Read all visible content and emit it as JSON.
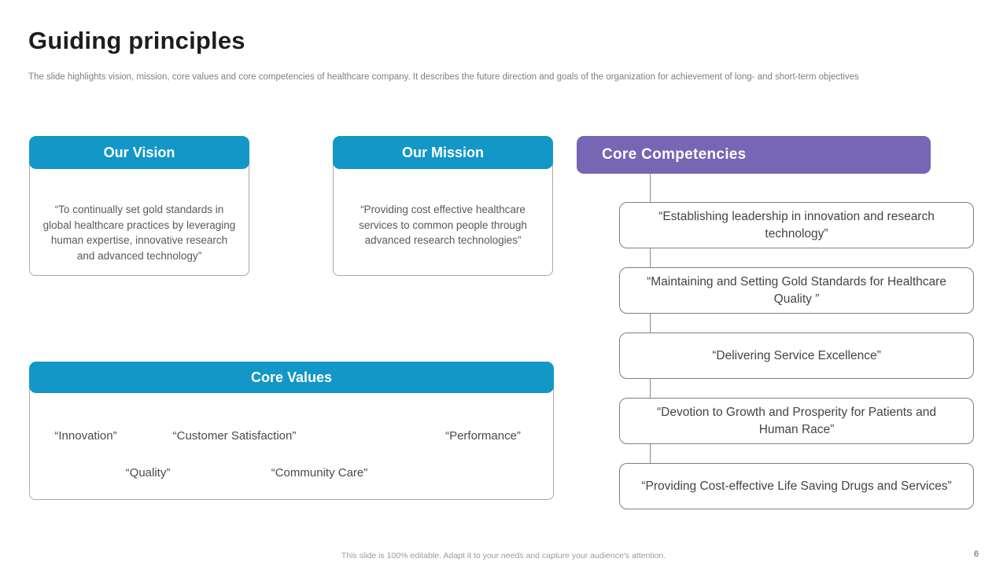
{
  "slide": {
    "title": "Guiding principles",
    "subtitle": "The slide highlights vision, mission, core values and core competencies of healthcare company. It describes the future direction and goals of the organization for achievement of long- and short-term objectives",
    "footer": "This slide is 100% editable. Adapt it to your needs and capture your audience's attention.",
    "page_number": "6"
  },
  "colors": {
    "header_teal": "#1297c6",
    "header_purple": "#7666b4",
    "body_text": "#595959",
    "border_gray": "#7f7f7f"
  },
  "vision": {
    "header": "Our Vision",
    "body": "“To continually set gold standards in global healthcare practices by leveraging human expertise, innovative research and advanced technology”"
  },
  "mission": {
    "header": "Our Mission",
    "body": "“Providing cost effective healthcare services to common people through advanced research technologies”"
  },
  "core_values": {
    "header": "Core Values",
    "items": [
      "“Innovation”",
      "“Customer Satisfaction”",
      "“Performance”",
      "“Quality”",
      "“Community Care”"
    ]
  },
  "core_competencies": {
    "header": "Core Competencies",
    "items": [
      "“Establishing leadership in innovation and research technology”",
      "“Maintaining and Setting Gold Standards for Healthcare Quality ”",
      "“Delivering Service Excellence”",
      "“Devotion to Growth and Prosperity for Patients and Human Race”",
      "“Providing Cost-effective Life Saving Drugs and Services”"
    ]
  }
}
